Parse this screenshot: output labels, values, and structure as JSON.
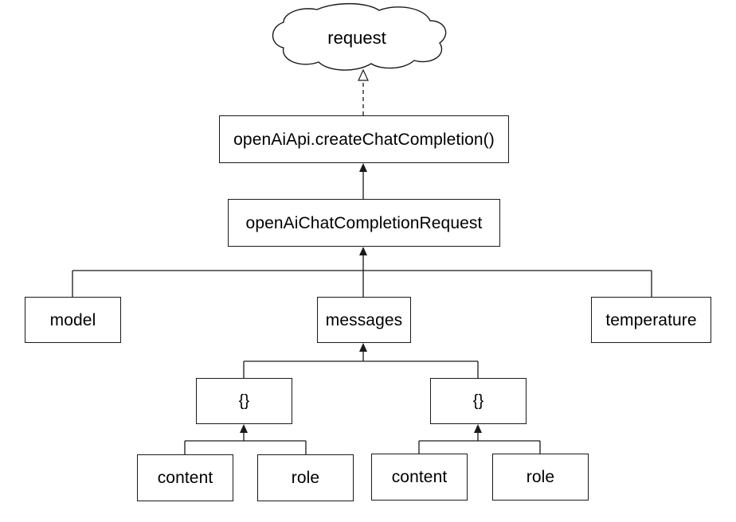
{
  "diagram": {
    "title": "request",
    "type": "object-tree-diagram",
    "colors": {
      "stroke": "#1a1a1a",
      "branch_stroke": "#6e6e6e",
      "fill": "#ffffff",
      "text": "#000000"
    },
    "cloud": {
      "label": "request"
    },
    "nodes": [
      {
        "id": "createChatCompletion",
        "label": "openAiApi.createChatCompletion()"
      },
      {
        "id": "openAiChatCompletionRequest",
        "label": "openAiChatCompletionRequest"
      },
      {
        "id": "model",
        "label": "model"
      },
      {
        "id": "messages",
        "label": "messages"
      },
      {
        "id": "temperature",
        "label": "temperature"
      },
      {
        "id": "message-object-1",
        "label": "{}"
      },
      {
        "id": "message-object-2",
        "label": "{}"
      },
      {
        "id": "content-1",
        "label": "content"
      },
      {
        "id": "role-1",
        "label": "role"
      },
      {
        "id": "content-2",
        "label": "content"
      },
      {
        "id": "role-2",
        "label": "role"
      }
    ],
    "edges": [
      {
        "from": "createChatCompletion",
        "to": "request",
        "style": "dashed",
        "arrow": "hollow-triangle"
      },
      {
        "from": "openAiChatCompletionRequest",
        "to": "createChatCompletion",
        "style": "solid",
        "arrow": "filled"
      },
      {
        "from": "model",
        "to": "openAiChatCompletionRequest",
        "style": "solid",
        "arrow": "none"
      },
      {
        "from": "messages",
        "to": "openAiChatCompletionRequest",
        "style": "solid",
        "arrow": "filled"
      },
      {
        "from": "temperature",
        "to": "openAiChatCompletionRequest",
        "style": "solid",
        "arrow": "none"
      },
      {
        "from": "message-object-1",
        "to": "messages",
        "style": "solid",
        "arrow": "filled"
      },
      {
        "from": "message-object-2",
        "to": "messages",
        "style": "solid",
        "arrow": "none"
      },
      {
        "from": "content-1",
        "to": "message-object-1",
        "style": "solid",
        "arrow": "none"
      },
      {
        "from": "role-1",
        "to": "message-object-1",
        "style": "solid",
        "arrow": "filled"
      },
      {
        "from": "content-2",
        "to": "message-object-2",
        "style": "solid",
        "arrow": "none"
      },
      {
        "from": "role-2",
        "to": "message-object-2",
        "style": "solid",
        "arrow": "filled"
      }
    ]
  }
}
